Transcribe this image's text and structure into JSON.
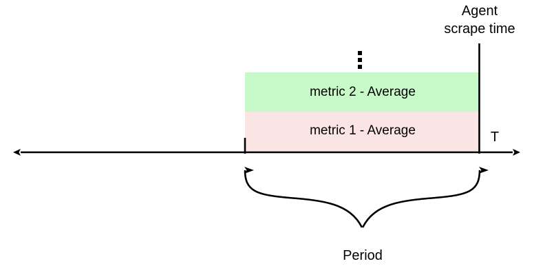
{
  "diagram": {
    "title_hidden": "",
    "axis": {
      "name": "time-axis",
      "label": "T",
      "direction": "bidirectional"
    },
    "scrape_marker": {
      "label_line1": "Agent",
      "label_line2": "scrape time"
    },
    "ellipsis": {
      "glyph": "vertical-ellipsis",
      "dots": 3
    },
    "bands": [
      {
        "label": "metric 2 - Average",
        "color": "#c8f9c8",
        "order": 2
      },
      {
        "label": "metric 1 - Average",
        "color": "#fae4e4",
        "order": 1
      }
    ],
    "period": {
      "label": "Period"
    },
    "colors": {
      "stroke": "#000000",
      "background": "#ffffff",
      "band_green": "#c8f9c8",
      "band_pink": "#fae4e4"
    }
  }
}
